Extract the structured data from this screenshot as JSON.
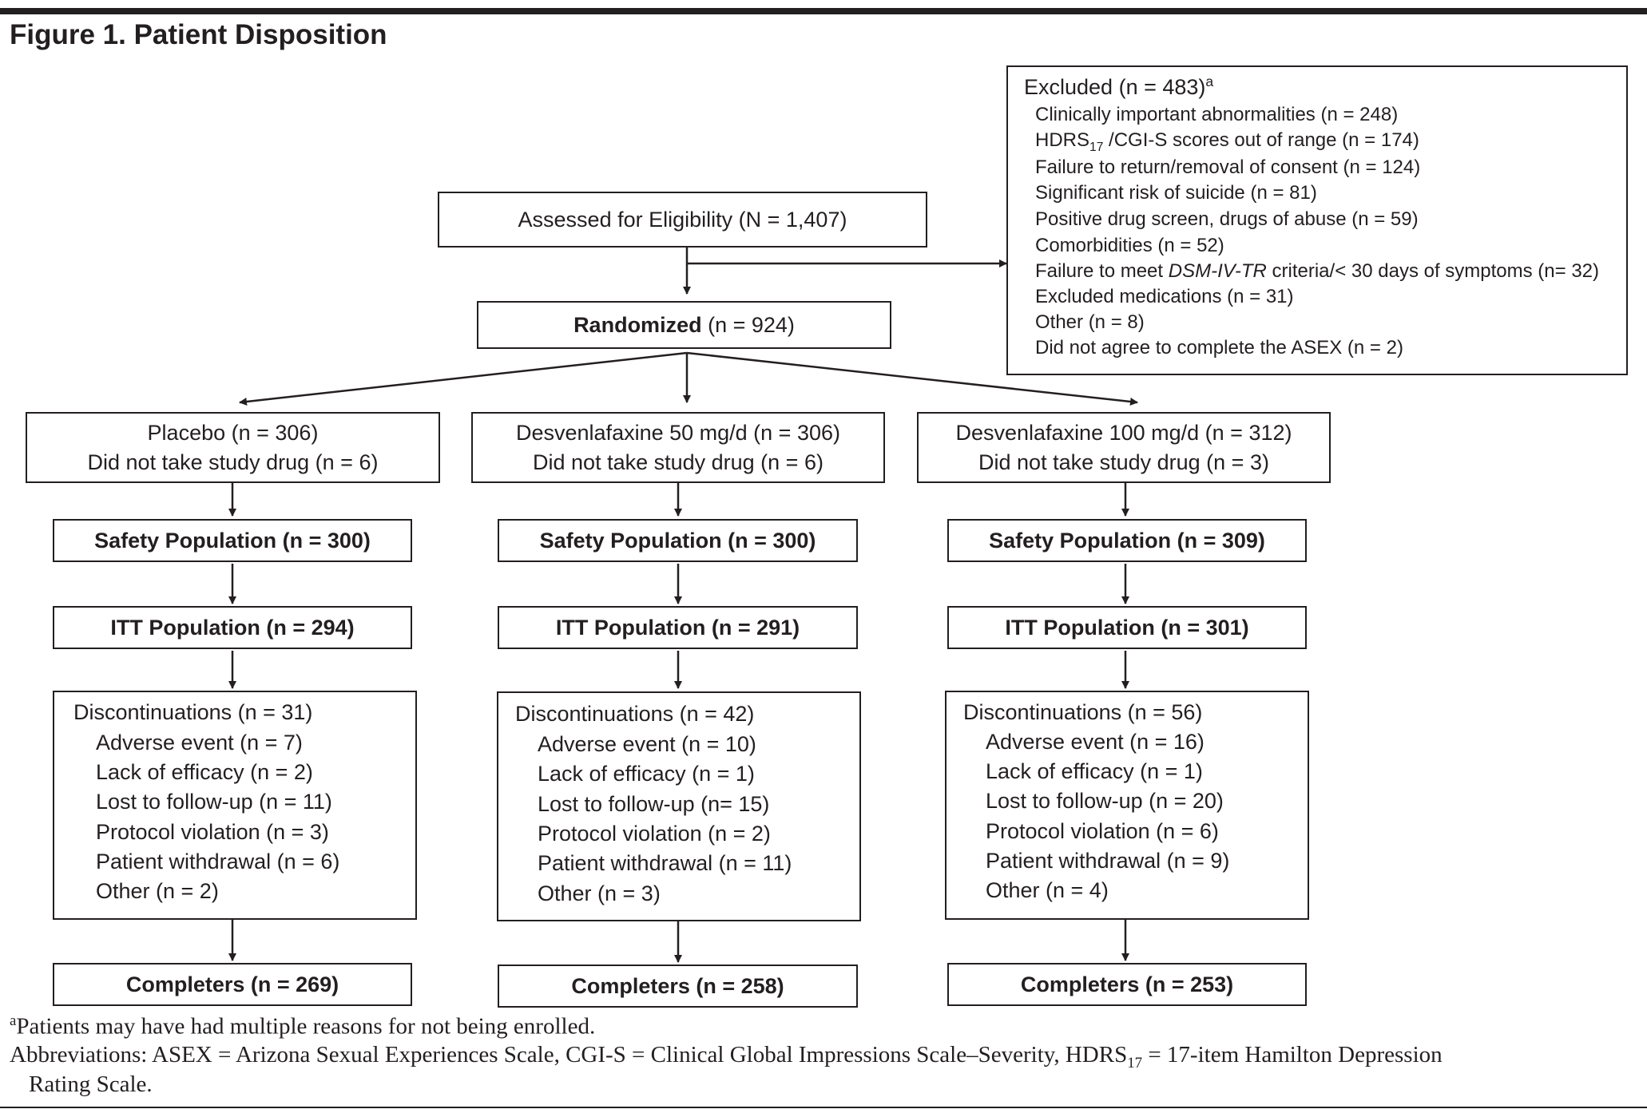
{
  "figure_title": "Figure 1. Patient Disposition",
  "assessed": "Assessed for Eligibility (N = 1,407)",
  "excluded": {
    "title": "Excluded (n = 483)",
    "title_marker": "a",
    "items": [
      "Clinically important abnormalities (n = 248)",
      "HDRS",
      "Failure to return/removal of consent (n = 124)",
      "Significant risk of suicide (n = 81)",
      "Positive drug screen, drugs of abuse (n = 59)",
      "Comorbidities (n = 52)",
      "Failure to meet",
      "Excluded medications (n = 31)",
      "Other (n = 8)",
      "Did not agree to complete the ASEX (n = 2)"
    ],
    "hdrs_sub": "17",
    "hdrs_rest": "/CGI-S scores out of range (n = 174)",
    "dsm": "DSM-IV-TR",
    "dsm_rest": "criteria/< 30 days of symptoms (n= 32)"
  },
  "randomized": {
    "bold": "Randomized",
    "rest": "(n = 924)"
  },
  "arms": [
    {
      "name": "Placebo (n = 306)",
      "did_not_take": "Did not take study drug (n = 6)",
      "safety": "Safety Population (n = 300)",
      "itt": "ITT Population (n = 294)",
      "disc_title": "Discontinuations (n = 31)",
      "disc_items": [
        "Adverse event (n = 7)",
        "Lack of efficacy (n = 2)",
        "Lost to follow-up (n = 11)",
        "Protocol violation (n = 3)",
        "Patient withdrawal (n = 6)",
        "Other (n = 2)"
      ],
      "completers": "Completers (n = 269)"
    },
    {
      "name": "Desvenlafaxine 50 mg/d (n = 306)",
      "did_not_take": "Did not take study drug (n = 6)",
      "safety": "Safety Population (n = 300)",
      "itt": "ITT Population (n = 291)",
      "disc_title": "Discontinuations (n = 42)",
      "disc_items": [
        "Adverse event (n = 10)",
        "Lack of efficacy (n = 1)",
        "Lost to follow-up (n= 15)",
        "Protocol violation (n = 2)",
        "Patient withdrawal (n = 11)",
        "Other (n = 3)"
      ],
      "completers": "Completers (n = 258)"
    },
    {
      "name": "Desvenlafaxine 100 mg/d (n = 312)",
      "did_not_take": "Did not take study drug (n = 3)",
      "safety": "Safety Population (n = 309)",
      "itt": "ITT Population (n = 301)",
      "disc_title": "Discontinuations (n = 56)",
      "disc_items": [
        "Adverse event (n = 16)",
        "Lack of efficacy (n = 1)",
        "Lost to follow-up (n = 20)",
        "Protocol violation (n = 6)",
        "Patient withdrawal (n = 9)",
        "Other (n = 4)"
      ],
      "completers": "Completers (n = 253)"
    }
  ],
  "footnotes": {
    "a_marker": "a",
    "a_text": "Patients may have had multiple reasons for not being enrolled.",
    "abbr_1": "Abbreviations: ASEX = Arizona Sexual Experiences Scale, CGI-S = Clinical Global Impressions Scale–Severity, HDRS",
    "abbr_sub": "17",
    "abbr_2": " = 17-item Hamilton Depression",
    "abbr_3": "Rating Scale."
  }
}
